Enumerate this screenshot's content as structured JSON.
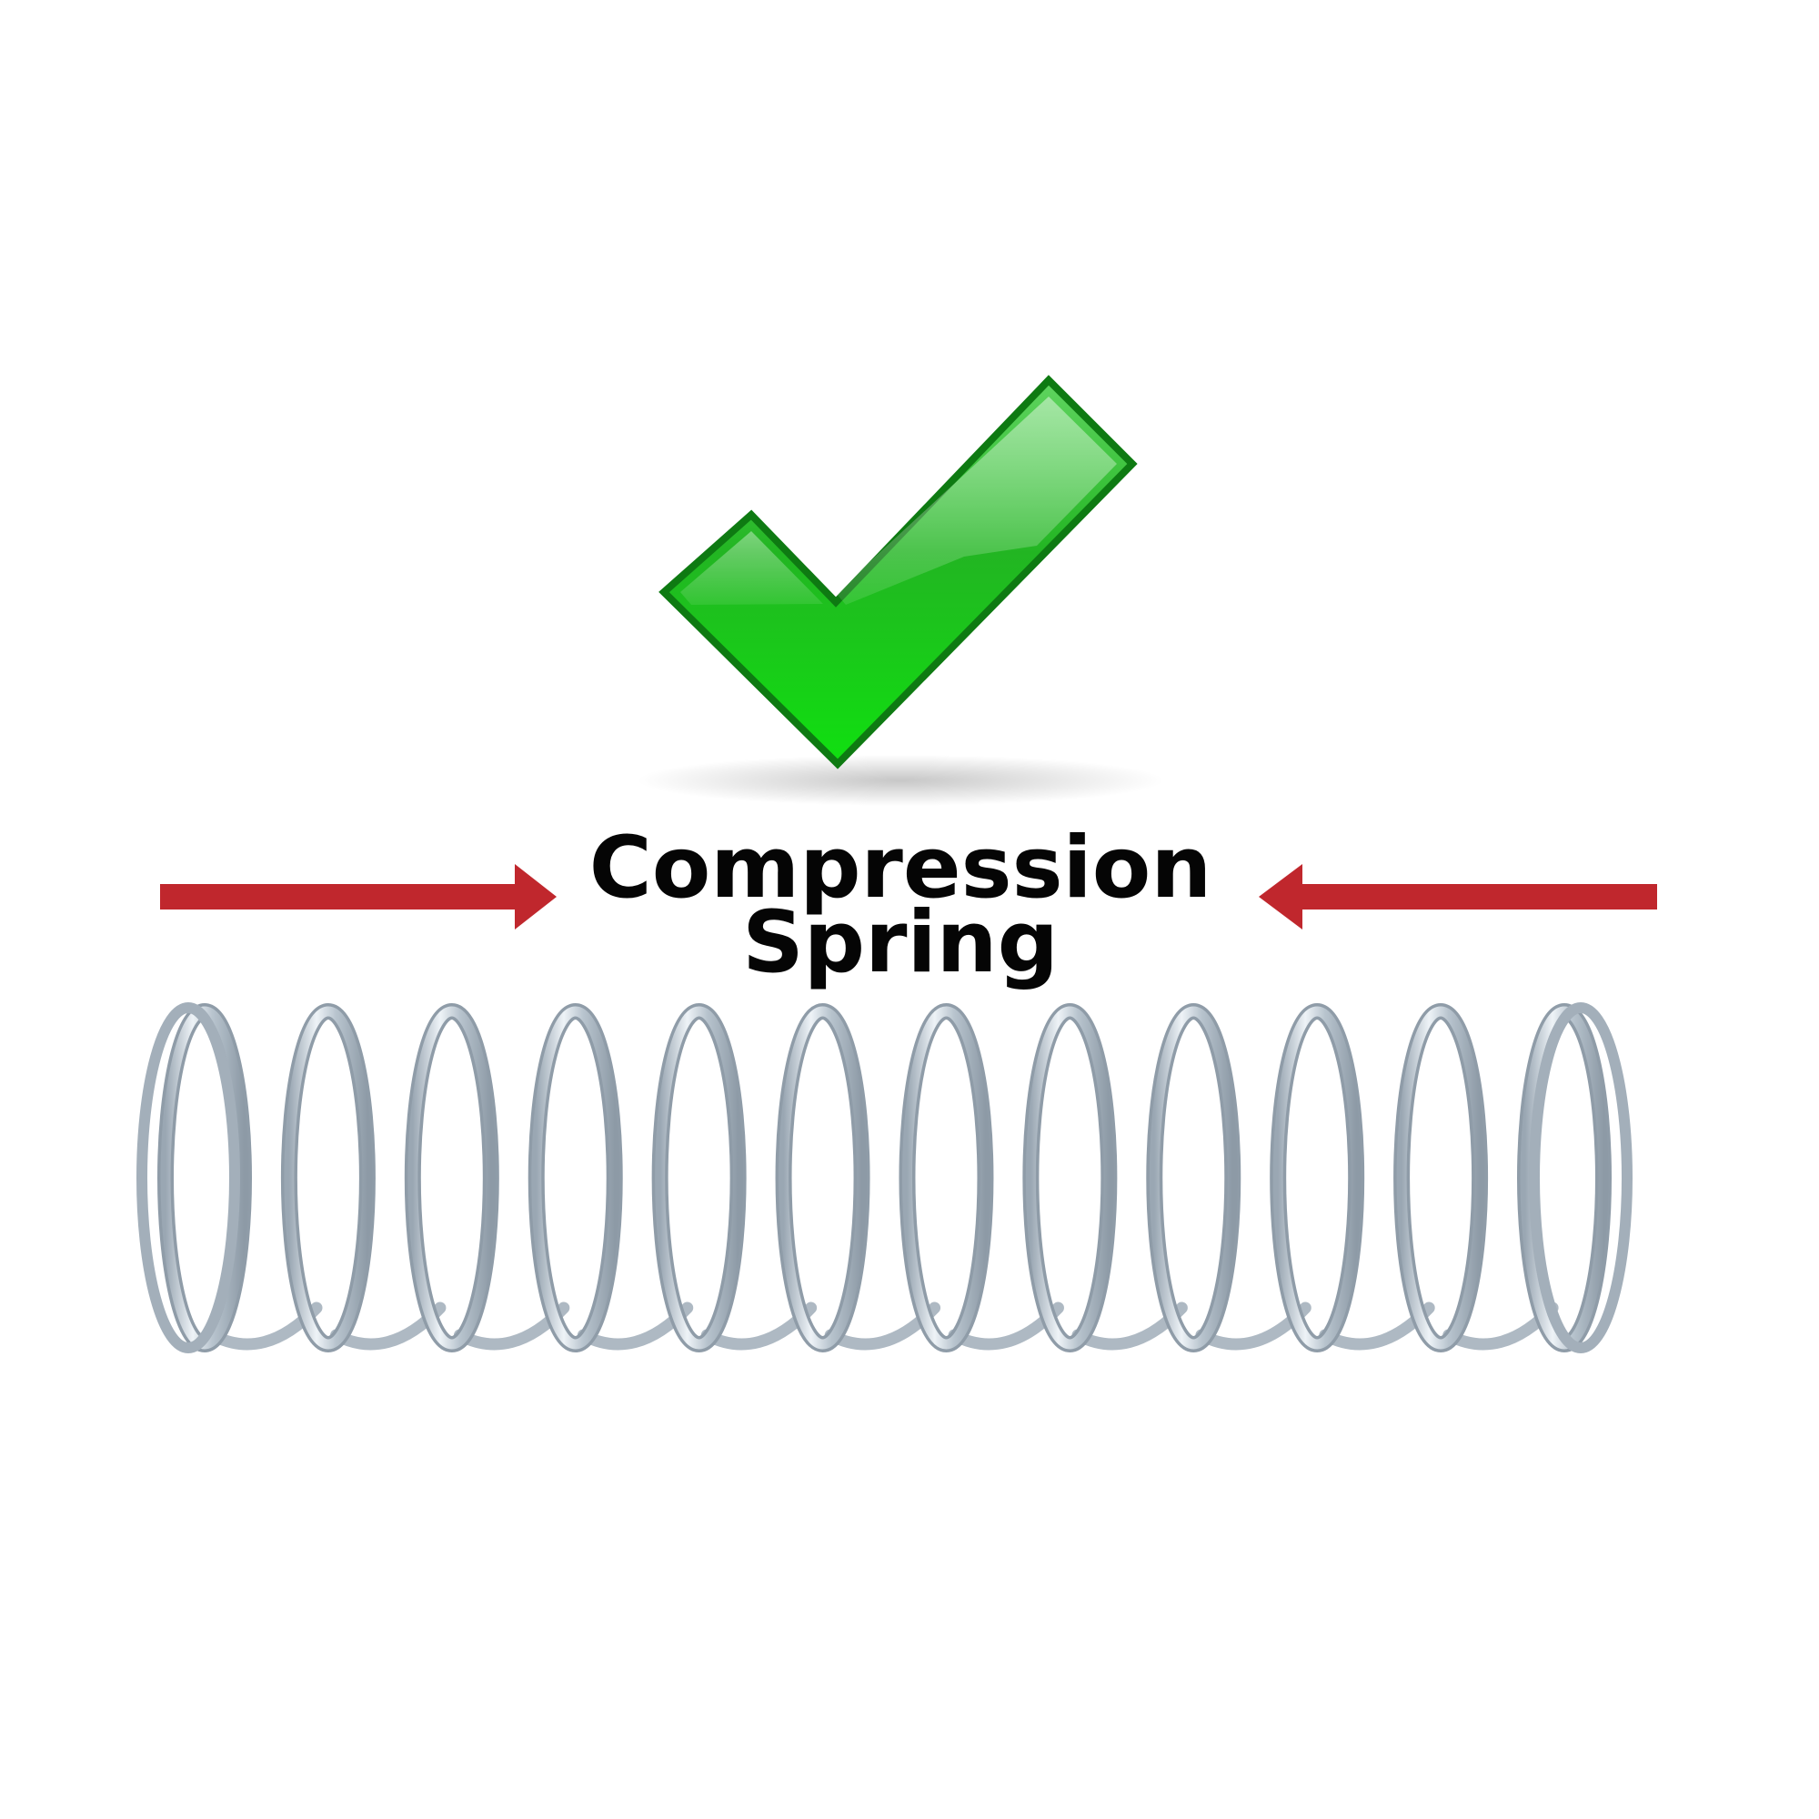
{
  "caption": {
    "line1": "Compression",
    "line2": "Spring"
  },
  "icons": {
    "check": "check-mark-icon",
    "arrow_left": "arrow-right-icon",
    "arrow_right": "arrow-left-icon",
    "spring": "coil-spring-illustration"
  },
  "colors": {
    "background": "#ffffff",
    "check_fill": "#16b81a",
    "check_stroke": "#0e7a12",
    "arrow": "#c0272d",
    "text": "#050505",
    "spring_steel": "#c9d3dc"
  }
}
